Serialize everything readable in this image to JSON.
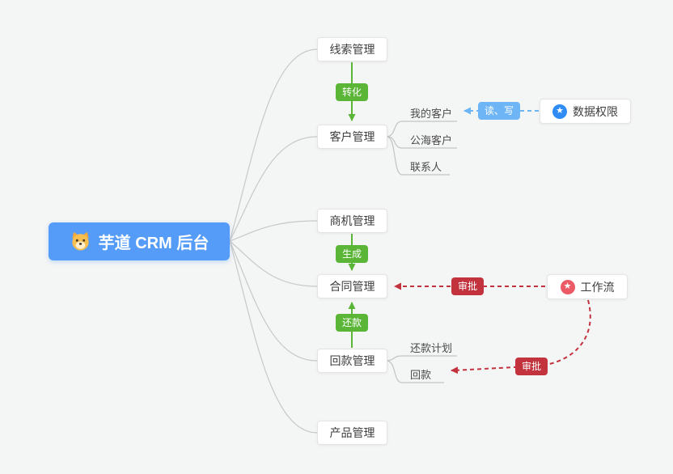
{
  "root": {
    "label": "芋道 CRM 后台"
  },
  "nodes": {
    "leads": "线索管理",
    "customers": "客户管理",
    "opportunity": "商机管理",
    "contract": "合同管理",
    "receivable": "回款管理",
    "product": "产品管理",
    "data_permission": "数据权限",
    "workflow": "工作流"
  },
  "children": {
    "customers": [
      "我的客户",
      "公海客户",
      "联系人"
    ],
    "receivable": [
      "还款计划",
      "回款"
    ]
  },
  "badges": {
    "transform": "转化",
    "generate": "生成",
    "repay": "还款",
    "read_write": "读、写",
    "approve_contract": "审批",
    "approve_receivable": "审批"
  },
  "icons": {
    "star_glyph": "★",
    "data_permission_icon": "blue-star-circle",
    "workflow_icon": "red-star-circle",
    "root_icon": "shiba-dog-mascot"
  },
  "colors": {
    "background": "#f4f5f5",
    "root_blue": "#549cf8",
    "arrow_green": "#5bb638",
    "arrow_blue": "#6eb5f6",
    "arrow_red": "#c2333e",
    "star_blue": "#2f8cf4",
    "star_red": "#ec5a66",
    "edge_gray": "#c7c8c9"
  }
}
